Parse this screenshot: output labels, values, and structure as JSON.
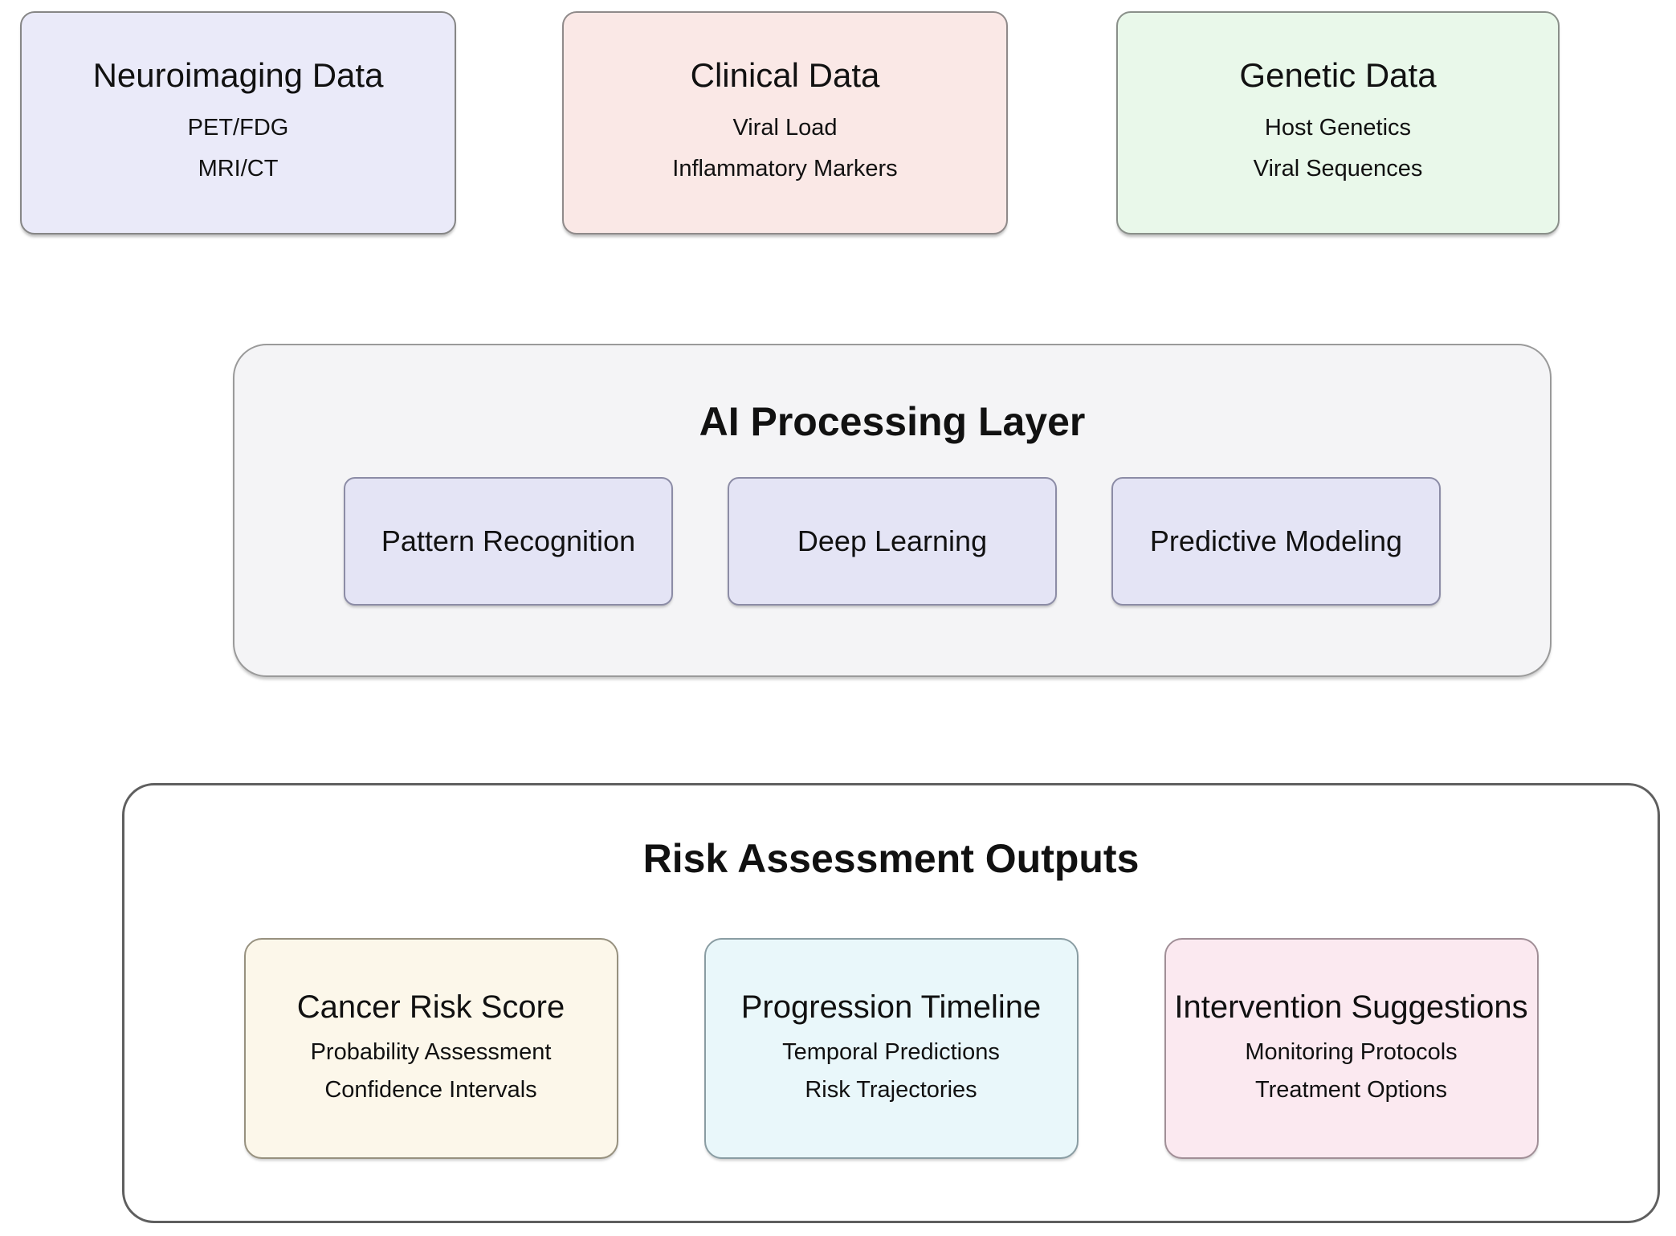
{
  "inputs": [
    {
      "title": "Neuroimaging Data",
      "items": [
        "PET/FDG",
        "MRI/CT"
      ]
    },
    {
      "title": "Clinical Data",
      "items": [
        "Viral Load",
        "Inflammatory Markers"
      ]
    },
    {
      "title": "Genetic Data",
      "items": [
        "Host Genetics",
        "Viral Sequences"
      ]
    }
  ],
  "processing": {
    "title": "AI Processing Layer",
    "modules": [
      "Pattern Recognition",
      "Deep Learning",
      "Predictive Modeling"
    ]
  },
  "outputs": {
    "title": "Risk Assessment Outputs",
    "cards": [
      {
        "title": "Cancer Risk Score",
        "items": [
          "Probability Assessment",
          "Confidence Intervals"
        ]
      },
      {
        "title": "Progression Timeline",
        "items": [
          "Temporal Predictions",
          "Risk Trajectories"
        ]
      },
      {
        "title": "Intervention Suggestions",
        "items": [
          "Monitoring Protocols",
          "Treatment Options"
        ]
      }
    ]
  },
  "colors": {
    "lavender": {
      "fill": "#EAEAF9",
      "border": "#868686"
    },
    "pink": {
      "fill": "#FAE8E6",
      "border": "#8f8a8a"
    },
    "green": {
      "fill": "#E9F8EA",
      "border": "#8a908a"
    },
    "panel": {
      "fill": "#F4F4F6",
      "border": "#9a9a9a"
    },
    "module": {
      "fill": "#E4E4F5",
      "border": "#8c8ca6"
    },
    "outer": {
      "fill": "#FFFFFF",
      "border": "#5f5f5f"
    },
    "cream": {
      "fill": "#FCF7EA",
      "border": "#97917f"
    },
    "cyan": {
      "fill": "#E9F7FA",
      "border": "#8a9da3"
    },
    "rose": {
      "fill": "#FBE9F0",
      "border": "#a18f97"
    }
  }
}
